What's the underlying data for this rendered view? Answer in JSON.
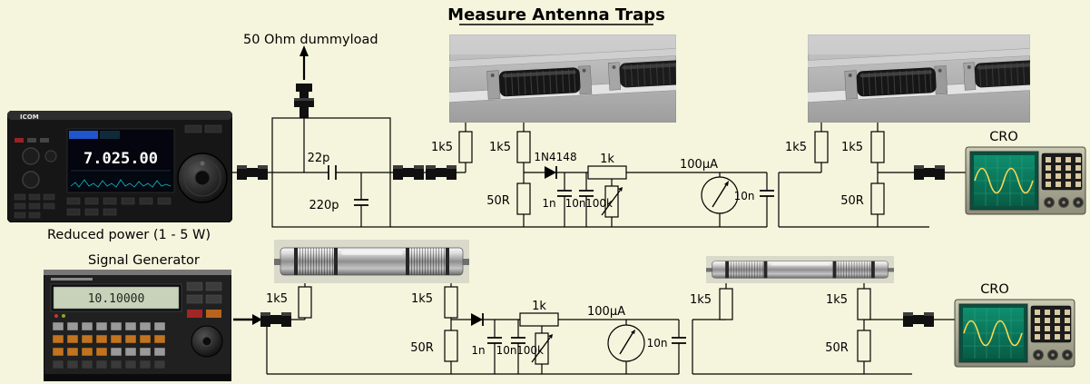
{
  "title": "Measure Antenna Traps",
  "top": {
    "dummyload_label": "50 Ohm dummyload",
    "radio_power_label": "Reduced power (1 - 5 W)",
    "radio": {
      "brand": "ICOM",
      "frequency": "7.025.00"
    },
    "attenuator": {
      "series_cap": "22p",
      "shunt_cap": "220p"
    },
    "meter_circuit": {
      "r_in": "1k5",
      "r_out": "1k5",
      "diode": "1N4148",
      "r_series": "1k",
      "r_load": "50R",
      "c1": "1n",
      "c2": "10n",
      "pot": "100k",
      "meter": "100µA",
      "c_meter": "10n"
    },
    "scope_circuit": {
      "r_in": "1k5",
      "r_out": "1k5",
      "r_load": "50R",
      "scope_label": "CRO"
    }
  },
  "bottom": {
    "generator_label": "Signal Generator",
    "generator": {
      "frequency": "10.10000"
    },
    "meter_circuit": {
      "r_in": "1k5",
      "r_out": "1k5",
      "r_series": "1k",
      "r_load": "50R",
      "c1": "1n",
      "c2": "10n",
      "pot": "100k",
      "meter": "100µA",
      "c_meter": "10n"
    },
    "scope_circuit": {
      "r_in": "1k5",
      "r_out": "1k5",
      "r_load": "50R",
      "scope_label": "CRO"
    }
  }
}
